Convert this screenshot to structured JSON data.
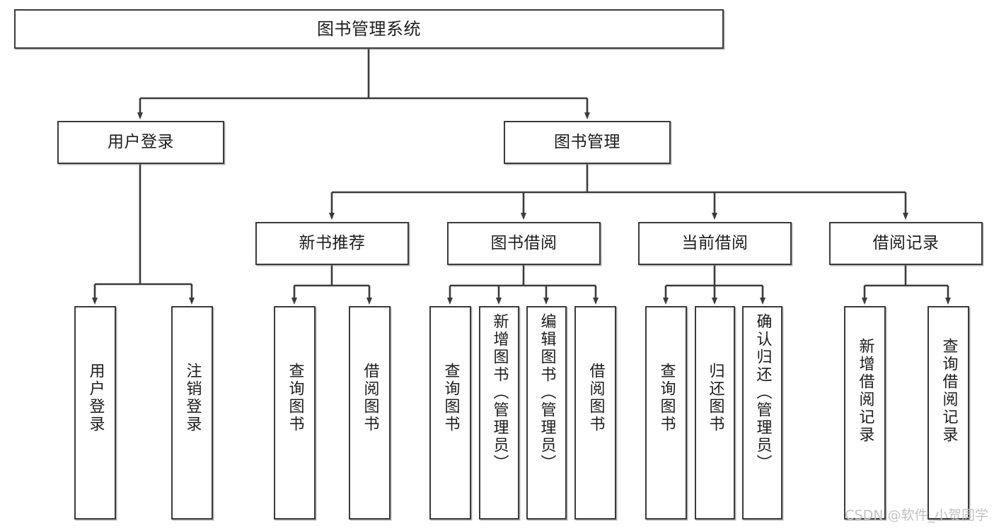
{
  "diagram": {
    "title": "图书管理系统",
    "type": "tree-hierarchy",
    "root": {
      "label": "图书管理系统"
    },
    "level2": [
      {
        "label": "用户登录"
      },
      {
        "label": "图书管理"
      }
    ],
    "level3": [
      {
        "label": "新书推荐"
      },
      {
        "label": "图书借阅"
      },
      {
        "label": "当前借阅"
      },
      {
        "label": "借阅记录"
      }
    ],
    "leaves": {
      "user_login": [
        {
          "label": "用户登录"
        },
        {
          "label": "注销登录"
        }
      ],
      "new_book_recommend": [
        {
          "label": "查询图书"
        },
        {
          "label": "借阅图书"
        }
      ],
      "book_borrow": [
        {
          "label": "查询图书"
        },
        {
          "label": "新增图书（管理员）"
        },
        {
          "label": "编辑图书（管理员）"
        },
        {
          "label": "借阅图书"
        }
      ],
      "current_borrow": [
        {
          "label": "查询图书"
        },
        {
          "label": "归还图书"
        },
        {
          "label": "确认归还（管理员）"
        }
      ],
      "borrow_record": [
        {
          "label": "新增借阅记录"
        },
        {
          "label": "查询借阅记录"
        }
      ]
    }
  },
  "watermark": {
    "text": "CSDN @软件_小贺同学"
  },
  "colors": {
    "border": "#3b3b3b",
    "text": "#1d1d1d",
    "background": "#ffffff",
    "watermark": "#c2c2c2"
  }
}
